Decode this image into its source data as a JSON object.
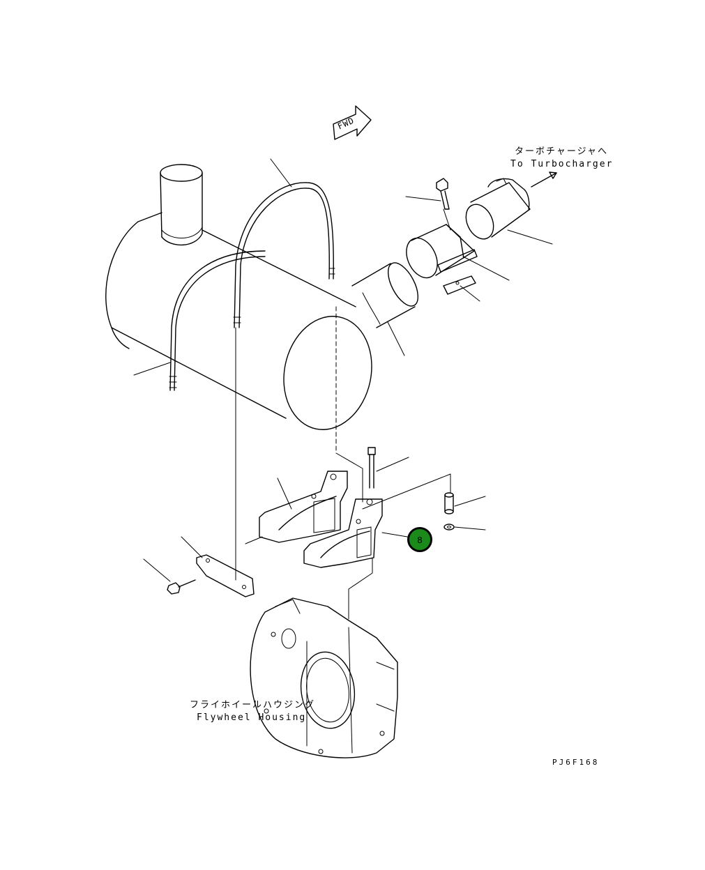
{
  "labels": {
    "fwd": "FWD",
    "turbo_jp": "ターボチャージャへ",
    "turbo_en": "To Turbocharger",
    "housing_jp": "フライホイールハウジング",
    "housing_en": "Flywheel Housing",
    "drawing_code": "PJ6F168"
  },
  "callouts": [
    {
      "number": "8",
      "color": "#1a8a1a"
    }
  ]
}
